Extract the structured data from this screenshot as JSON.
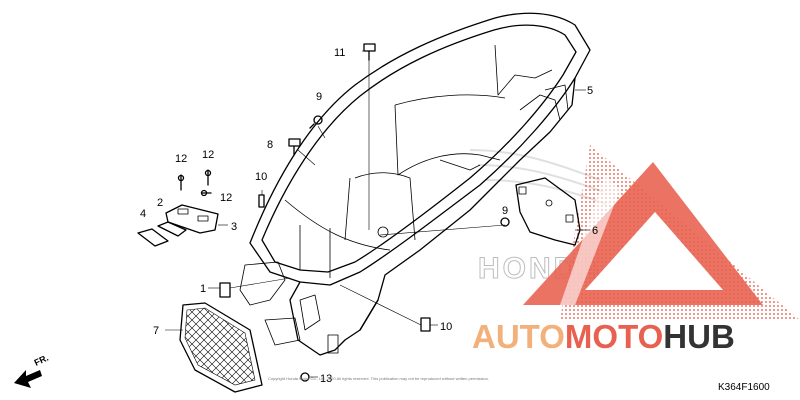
{
  "diagram": {
    "part_code": "K364F1600",
    "direction_label": "FR.",
    "copyright_text": "Copyright Honda Motor Co., Ltd. 2020 All rights reserved. This publication may not be reproduced without written permission.",
    "ghost_logo_text": "HONDA",
    "callouts": [
      {
        "id": "c1",
        "label": "1"
      },
      {
        "id": "c2",
        "label": "2"
      },
      {
        "id": "c3",
        "label": "3"
      },
      {
        "id": "c4",
        "label": "4"
      },
      {
        "id": "c5",
        "label": "5"
      },
      {
        "id": "c6",
        "label": "6"
      },
      {
        "id": "c7",
        "label": "7"
      },
      {
        "id": "c8",
        "label": "8"
      },
      {
        "id": "c9a",
        "label": "9"
      },
      {
        "id": "c9b",
        "label": "9"
      },
      {
        "id": "c10a",
        "label": "10"
      },
      {
        "id": "c10b",
        "label": "10"
      },
      {
        "id": "c11",
        "label": "11"
      },
      {
        "id": "c12a",
        "label": "12"
      },
      {
        "id": "c12b",
        "label": "12"
      },
      {
        "id": "c12c",
        "label": "12"
      },
      {
        "id": "c13",
        "label": "13"
      }
    ]
  },
  "watermark": {
    "brand_part1": "AUTO",
    "brand_part2": "MOTO",
    "brand_part3": "HUB",
    "colors": {
      "primary_orange": "#f2b07a",
      "accent_red": "#e8604f",
      "dark": "#333333"
    }
  }
}
